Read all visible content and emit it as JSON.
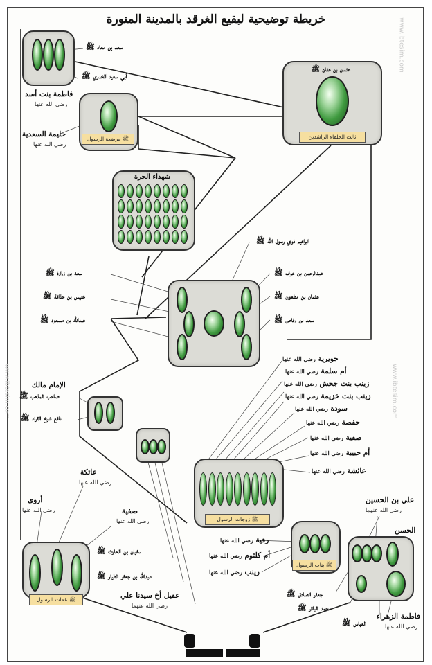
{
  "title": "خريطة توضيحية لبقيع الغرقد بالمدينة المنورة",
  "watermark": "www.ibtesim.com",
  "honorific": "ﷺ",
  "colors": {
    "grave_dark": "#1f4f1f",
    "grave_light": "#9fd59b",
    "plaque": "#f6dfa0",
    "box": "#dcdcd6"
  },
  "boxes": {
    "uthman": {
      "name": "عثمان بن عفان",
      "plaque": "ثالث الخلفاء الراشدين"
    },
    "halima": {
      "plaque": "مرضعة الرسول"
    },
    "martyrs": {
      "name": "شهداء الحرة"
    },
    "wives": {
      "plaque": "زوجات الرسول"
    },
    "daughters": {
      "plaque": "بنات الرسول"
    },
    "aunts": {
      "plaque": "عمات الرسول"
    }
  },
  "labels": {
    "saad_muadh": "سعد بن معاذ",
    "abu_said": "أبي سعيد الخدري",
    "fatima_asad": "فاطمة بنت أسد",
    "fatima_asad_sub": "رضي الله عنها",
    "halima": "حليمة السعدية",
    "halima_sub": "رضي الله عنها",
    "ibrahim": "ابراهيم ذوي رسول الله",
    "abdulrahman": "عبدالرحمن بن عوف",
    "uthman_mazun": "عثمان بن مطعون",
    "saad_waqqas": "سعد بن وقاص",
    "saad_zurara": "سعد بن زرارة",
    "khunais": "خنيس بن حذافة",
    "abdullah_masud": "عبدالله بن مسعود",
    "malik": "الإمام مالك",
    "malik2": "صاحب المذهب",
    "nafi": "نافع شيخ القراء",
    "juwairiya": "جويرية",
    "umm_salama": "أم سلمة",
    "zainab_jahsh": "زينب بنت جحش",
    "zainab_khuzaima": "زينب بنت خزيمة",
    "sawda": "سودة",
    "hafsa": "حفصة",
    "safiya_w": "صفية",
    "umm_habiba": "أم حبيبة",
    "aisha": "عائشة",
    "atika": "عاتكة",
    "arwa": "أروى",
    "safiya": "صفية",
    "sufyan": "سفيان بن الحارث",
    "abdullah_jafar": "عبدالله بن جعفر الطيار",
    "aqil": "عقيل أخ سيدنا علي",
    "ruqayya": "رقية",
    "umm_kulthum": "أم كلثوم",
    "zainab": "زينب",
    "ali_hussain": "علي بن الحسين",
    "hasan": "الحسن",
    "jafar_sadiq": "جعفر الصادق",
    "muhammad_baqir": "محمد الباقر",
    "abbas": "العباس",
    "fatima_zahra": "فاطمة الزهراء",
    "radiya": "رضي الله عنها",
    "radiya2": "رضي الله عنهما"
  }
}
